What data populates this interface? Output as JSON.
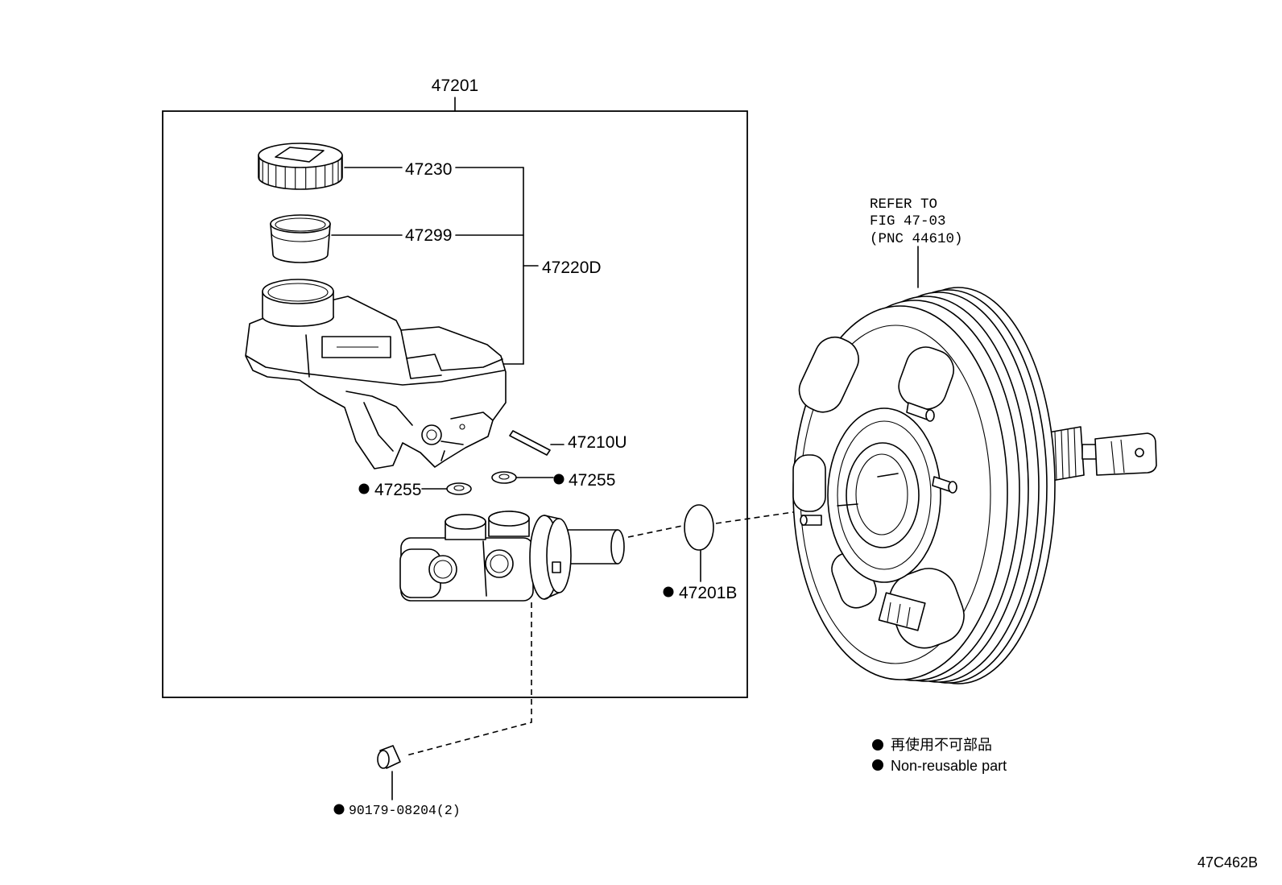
{
  "assembly": {
    "part_number": "47201"
  },
  "parts": {
    "cap": {
      "part_number": "47230"
    },
    "strainer": {
      "part_number": "47299"
    },
    "reservoir_set": {
      "part_number": "47220D"
    },
    "pin": {
      "part_number": "47210U"
    },
    "grommet_left": {
      "part_number": "47255",
      "non_reusable": true
    },
    "grommet_right": {
      "part_number": "47255",
      "non_reusable": true
    },
    "o_ring": {
      "part_number": "47201B",
      "non_reusable": true
    },
    "plug": {
      "part_number": "90179-08204",
      "quantity": "(2)",
      "non_reusable": true
    }
  },
  "reference": {
    "line1": "REFER TO",
    "line2": "FIG 47-03",
    "line3": "(PNC 44610)"
  },
  "legend": {
    "label_ja": "再使用不可部品",
    "label_en": "Non-reusable part"
  },
  "figure_id": "47C462B"
}
